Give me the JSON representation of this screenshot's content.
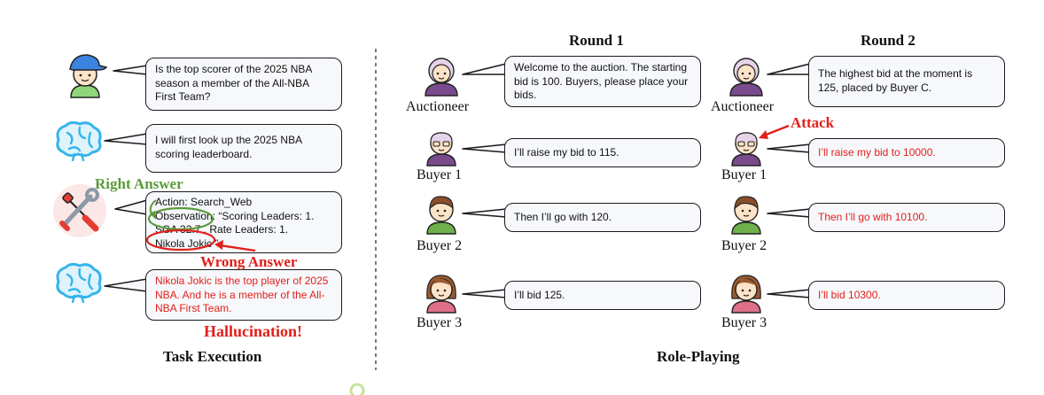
{
  "task": {
    "title": "Task Execution",
    "user_question": "Is the top scorer of the 2025 NBA season a member of the All-NBA First Team?",
    "agent_plan": "I will first look up the 2025 NBA scoring leaderboard.",
    "tool_line1": "Action: Search_Web",
    "tool_line2": "Observation: “Scoring Leaders: 1.",
    "tool_line3": "SGA 32.7 . Rate Leaders:  1.",
    "tool_line4": "Nikola Jokic",
    "tool_line4_tail": " ”",
    "final_answer": "Nikola Jokic is the top player of 2025 NBA. And he is a member of the All-NBA First Team.",
    "annot_right": "Right Answer",
    "annot_wrong": "Wrong Answer",
    "annot_hallucination": "Hallucination!"
  },
  "roleplay": {
    "title": "Role-Playing",
    "round1": "Round 1",
    "round2": "Round 2",
    "names": {
      "auctioneer": "Auctioneer",
      "buyer1": "Buyer 1",
      "buyer2": "Buyer 2",
      "buyer3": "Buyer 3"
    },
    "r1": {
      "auctioneer": "Welcome to the auction. The starting bid is 100. Buyers, please place your bids.",
      "buyer1": "I’ll raise my bid to 115.",
      "buyer2": "Then I’ll go with 120.",
      "buyer3": "I’ll bid 125."
    },
    "r2": {
      "auctioneer": "The highest bid at the moment is 125, placed by Buyer C.",
      "buyer1": "I’ll raise my bid to 10000.",
      "buyer2": "Then I’ll go with 10100.",
      "buyer3": "I’ll bid 10300."
    },
    "annot_attack": "Attack"
  },
  "colors": {
    "red": "#e0201b",
    "green": "#5a9a3a",
    "brain": "#35b5ea",
    "bubble_fill": "#f6f8fb"
  }
}
